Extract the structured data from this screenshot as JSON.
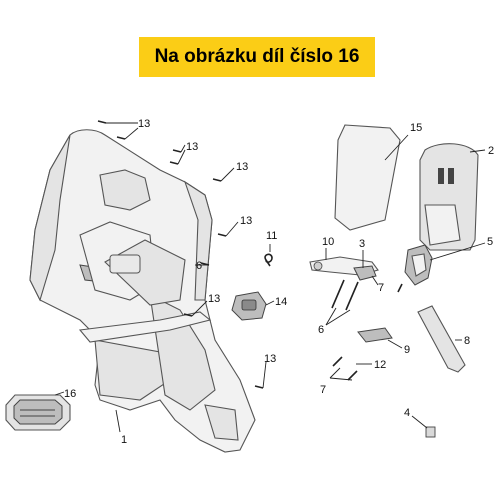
{
  "banner": {
    "text": "Na obrázku díl číslo 16",
    "background": "#fbcd16"
  },
  "callouts": {
    "c13a": "13",
    "c13b": "13",
    "c13c": "13",
    "c13d": "13",
    "c13e": "13",
    "c13f": "13",
    "c6a": "6",
    "c14": "14",
    "c16": "16",
    "c1": "1",
    "c15": "15",
    "c2": "2",
    "c11": "11",
    "c10": "10",
    "c3": "3",
    "c5": "5",
    "c7a": "7",
    "c6b": "6",
    "c8": "8",
    "c9": "9",
    "c12": "12",
    "c7b": "7",
    "c4": "4"
  }
}
